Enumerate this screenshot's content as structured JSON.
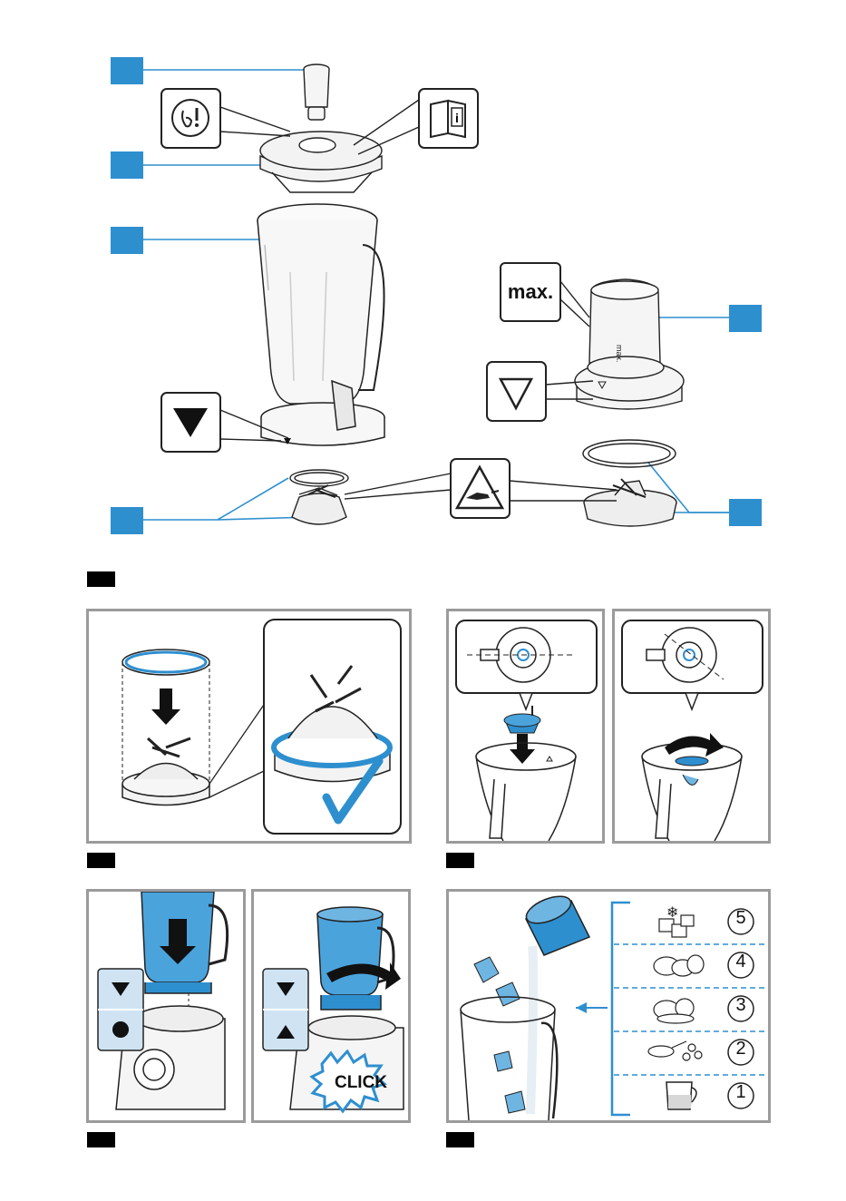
{
  "colors": {
    "accent": "#2e8fcf",
    "accent_light": "#6fb5e2",
    "panel_border": "#9b9b9b",
    "line": "#1d1d1d",
    "check": "#2e8fcf"
  },
  "overview": {
    "label_max": "max.",
    "icons": [
      "hand-warning-icon",
      "manual-info-icon",
      "down-triangle-icon",
      "outline-triangle-icon",
      "sharp-blade-warning-icon"
    ]
  },
  "steps": {
    "click_label": "CLICK",
    "layer_numbers": [
      "5",
      "4",
      "3",
      "2",
      "1"
    ],
    "layer_icons": [
      "ice-cubes-icon",
      "leafy-greens-icon",
      "fruits-vegetables-icon",
      "nuts-seeds-icon",
      "liquid-cup-icon"
    ]
  }
}
